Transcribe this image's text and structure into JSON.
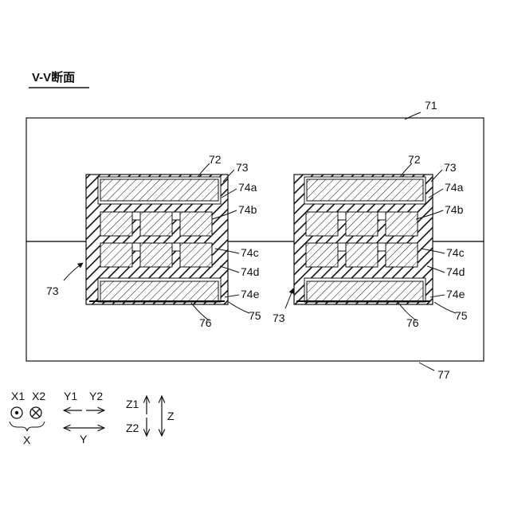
{
  "title": "V-V断面",
  "labels": {
    "l71": "71",
    "l72": "72",
    "l73": "73",
    "l74a": "74a",
    "l74b": "74b",
    "l74c": "74c",
    "l74d": "74d",
    "l74e": "74e",
    "l75": "75",
    "l76": "76",
    "l77": "77"
  },
  "legend": {
    "x1": "X1",
    "x2": "X2",
    "x": "X",
    "y1": "Y1",
    "y2": "Y2",
    "y": "Y",
    "z1": "Z1",
    "z2": "Z2",
    "z": "Z"
  }
}
